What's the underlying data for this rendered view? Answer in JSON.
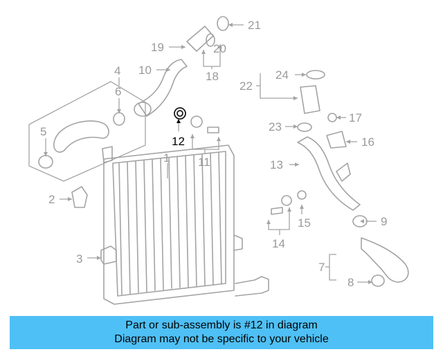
{
  "callouts": [
    {
      "id": "1",
      "label": "1"
    },
    {
      "id": "2",
      "label": "2"
    },
    {
      "id": "3",
      "label": "3"
    },
    {
      "id": "4",
      "label": "4"
    },
    {
      "id": "5",
      "label": "5"
    },
    {
      "id": "6",
      "label": "6"
    },
    {
      "id": "7",
      "label": "7"
    },
    {
      "id": "8",
      "label": "8"
    },
    {
      "id": "9",
      "label": "9"
    },
    {
      "id": "10",
      "label": "10"
    },
    {
      "id": "11",
      "label": "11"
    },
    {
      "id": "12",
      "label": "12"
    },
    {
      "id": "13",
      "label": "13"
    },
    {
      "id": "14",
      "label": "14"
    },
    {
      "id": "15",
      "label": "15"
    },
    {
      "id": "16",
      "label": "16"
    },
    {
      "id": "17",
      "label": "17"
    },
    {
      "id": "18",
      "label": "18"
    },
    {
      "id": "19",
      "label": "19"
    },
    {
      "id": "20",
      "label": "20"
    },
    {
      "id": "21",
      "label": "21"
    },
    {
      "id": "22",
      "label": "22"
    },
    {
      "id": "23",
      "label": "23"
    },
    {
      "id": "24",
      "label": "24"
    }
  ],
  "highlighted_part": "12",
  "colors": {
    "banner": "#4fc0f5",
    "highlight": "#000000",
    "parts": "#a3a3a3"
  },
  "banner": {
    "line1": "Part or sub-assembly is #12 in diagram",
    "line2": "Diagram may not be specific to your vehicle"
  }
}
